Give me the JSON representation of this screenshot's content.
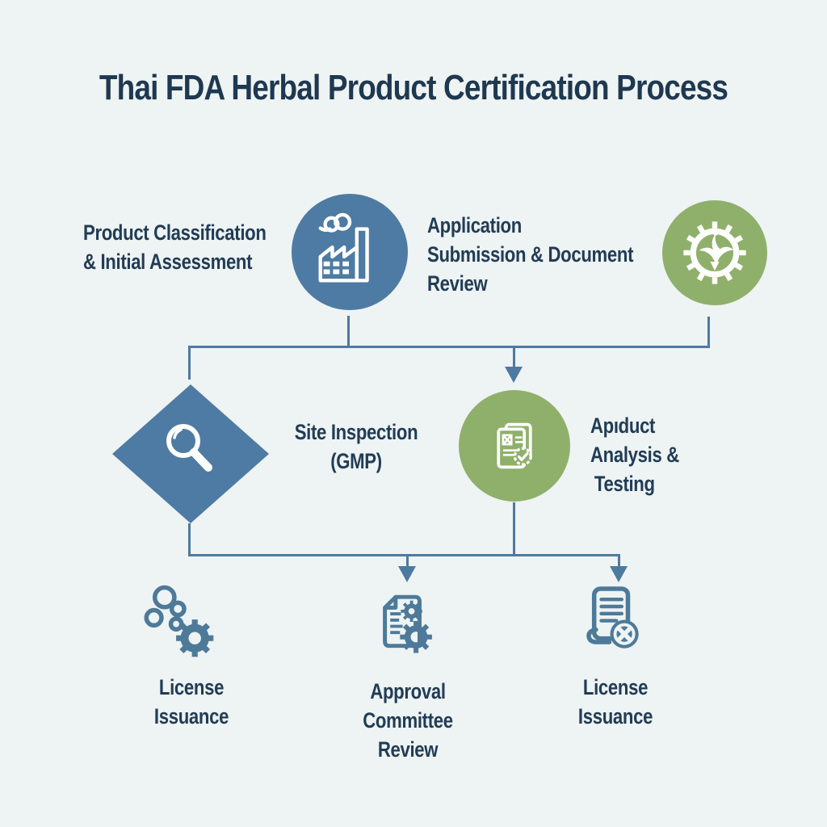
{
  "title": "Thai FDA Herbal Product Certification Process",
  "colors": {
    "background": "#eef3f4",
    "steel_blue": "#4e7ba3",
    "sage_green": "#8fb06a",
    "navy_text": "#213c55",
    "connector": "#4d7aa0",
    "bottom_icon_blue": "#4e7a99"
  },
  "steps": {
    "product_classification": {
      "label_lines": [
        "Product Classification",
        "& Initial Assessment"
      ],
      "icon": "factory-icon",
      "shape": "circle",
      "color": "steel_blue"
    },
    "application_submission": {
      "label_lines": [
        "Application",
        "Submission & Document",
        "Review"
      ],
      "icon": "garuda-gear-emblem-icon",
      "shape": "circle",
      "color": "sage_green"
    },
    "site_inspection": {
      "label_lines": [
        "Site Inspection",
        "(GMP)"
      ],
      "icon": "magnifying-glass-icon",
      "shape": "diamond",
      "color": "steel_blue"
    },
    "product_analysis": {
      "label_lines": [
        "Apıduct",
        "Analysis &",
        "Testing"
      ],
      "icon": "document-seal-check-icon",
      "shape": "circle",
      "color": "sage_green"
    },
    "license_issuance_left": {
      "label_lines": [
        "License",
        "Issuance"
      ],
      "icon": "molecules-gear-icon"
    },
    "approval_committee": {
      "label_lines": [
        "Approval",
        "Committee",
        "Review"
      ],
      "icon": "document-gears-icon"
    },
    "license_issuance_right": {
      "label_lines": [
        "License",
        "Issuance"
      ],
      "icon": "document-x-badge-icon"
    }
  }
}
